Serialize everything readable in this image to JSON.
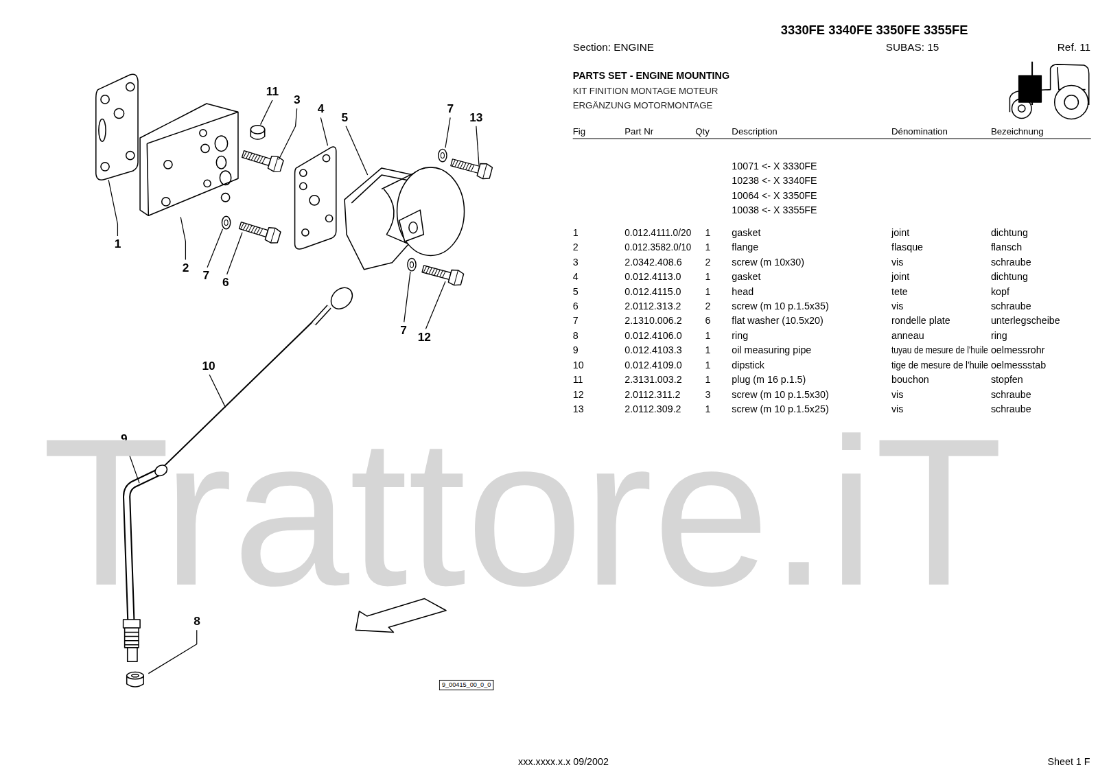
{
  "diagram": {
    "title": "PARTS SET - ENGINE MOUNTING",
    "nodes": [
      {
        "text": [
          "9_00415_00_0_0"
        ]
      }
    ],
    "labels": [
      "3330FE 3340FE 3350FE 3355FE",
      "Section: ENGINE",
      "SUBAS: 15",
      "Ref. 11",
      "KIT FINITION MONTAGE MOTEUR",
      "ERGÄNZUNG MOTORMONTAGE",
      "Fig",
      "Part Nr",
      "Qty",
      "Description",
      "Dénomination",
      "Bezeichnung",
      "10071 <- X 3330FE",
      "10238 <- X 3340FE",
      "10064 <- X 3350FE",
      "10038 <- X 3355FE",
      "1",
      "0.012.4111.0/20",
      "1",
      "gasket",
      "joint",
      "dichtung",
      "2",
      "0.012.3582.0/10",
      "1",
      "flange",
      "flasque",
      "flansch",
      "3",
      "2.0342.408.6",
      "2",
      "screw (m 10x30)",
      "vis",
      "schraube",
      "4",
      "0.012.4113.0",
      "1",
      "gasket",
      "joint",
      "dichtung",
      "5",
      "0.012.4115.0",
      "1",
      "head",
      "tete",
      "kopf",
      "6",
      "2.0112.313.2",
      "2",
      "screw (m 10 p.1.5x35)",
      "vis",
      "schraube",
      "7",
      "2.1310.006.2",
      "6",
      "flat washer (10.5x20)",
      "rondelle plate",
      "unterlegscheibe",
      "8",
      "0.012.4106.0",
      "1",
      "ring",
      "anneau",
      "ring",
      "9",
      "0.012.4103.3",
      "1",
      "oil measuring pipe",
      "tuyau de mesure de l'huile",
      "oelmessrohr",
      "10",
      "0.012.4109.0",
      "1",
      "dipstick",
      "tige de mesure de l'huile",
      "oelmessstab",
      "11",
      "2.3131.003.2",
      "1",
      "plug (m 16 p.1.5)",
      "bouchon",
      "stopfen",
      "12",
      "2.0112.311.2",
      "3",
      "screw (m 10 p.1.5x30)",
      "vis",
      "schraube",
      "13",
      "2.0112.309.2",
      "1",
      "screw (m 10 p.1.5x25)",
      "vis",
      "schraube",
      "11",
      "3",
      "4",
      "5",
      "7",
      "13",
      "1",
      "2",
      "7",
      "6",
      "7",
      "12",
      "10",
      "9",
      "8",
      "Trattore.iT",
      "xxx.xxxx.x.x 09/2002",
      "Sheet 1 F"
    ]
  }
}
